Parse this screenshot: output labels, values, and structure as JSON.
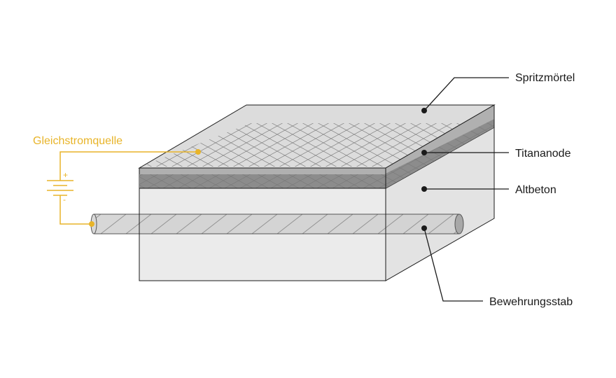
{
  "colors": {
    "power": "#e8b429",
    "spritzmortel_top": "#dedede",
    "spritzmortel_side": "#b3b3b3",
    "titananode": "#8a8a8a",
    "altbeton": "#ececec",
    "rebar": "#cfcfcf",
    "outline": "#1a1a1a"
  },
  "labels": {
    "power_source": "Gleichstromquelle",
    "plus": "+",
    "minus": "-",
    "spritzmortel": "Spritzmörtel",
    "titananode": "Titananode",
    "altbeton": "Altbeton",
    "bewehrungsstab": "Bewehrungsstab"
  }
}
